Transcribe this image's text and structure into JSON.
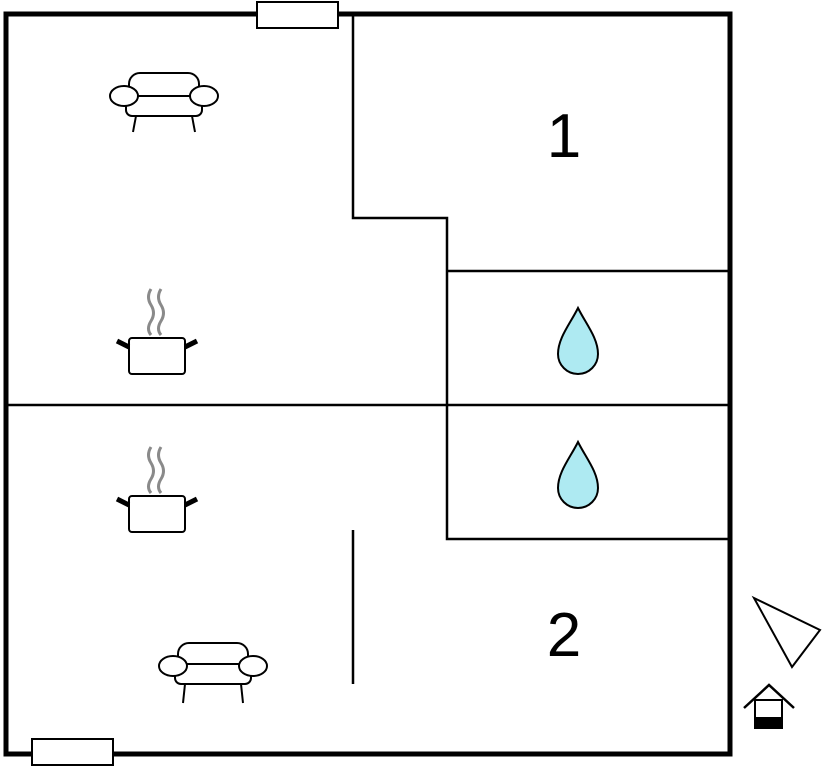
{
  "rooms": {
    "bedroom_1": {
      "label": "1",
      "icon": "bed-area"
    },
    "bedroom_2": {
      "label": "2",
      "icon": "bed-area"
    },
    "bathroom_upper": {
      "icon": "water-drop-icon"
    },
    "bathroom_lower": {
      "icon": "water-drop-icon"
    },
    "living_upper": {
      "icons": [
        "sofa-icon",
        "cooking-pot-icon"
      ]
    },
    "living_lower": {
      "icons": [
        "cooking-pot-icon",
        "sofa-icon"
      ]
    }
  },
  "legend": {
    "icons": [
      "north-arrow-icon",
      "entrance-icon"
    ]
  },
  "colors": {
    "wall": "#000000",
    "water": "#aeeaf2",
    "steam": "#8a8a8a"
  }
}
